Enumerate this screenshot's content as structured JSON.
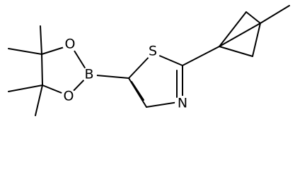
{
  "structure": {
    "atom_labels": {
      "boron": "B",
      "oxygen_upper": "O",
      "oxygen_lower": "O",
      "sulfur": "S",
      "nitrogen": "N"
    }
  }
}
